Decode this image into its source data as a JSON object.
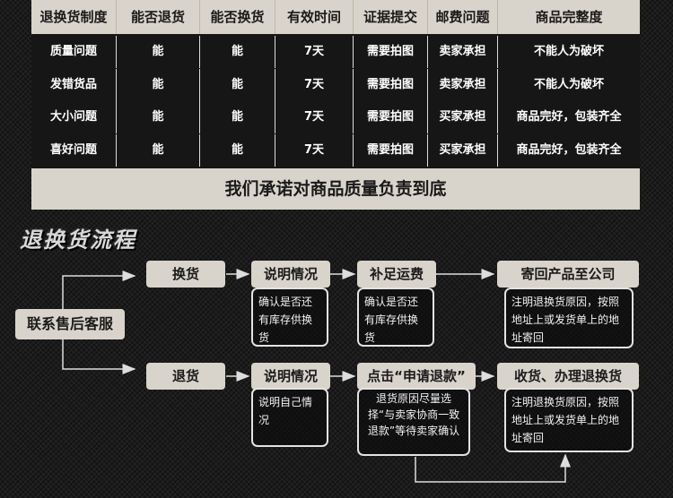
{
  "table": {
    "headers": [
      "退换货制度",
      "能否退货",
      "能否换货",
      "有效时间",
      "证据提交",
      "邮费问题",
      "商品完整度"
    ],
    "rows": [
      [
        "质量问题",
        "能",
        "能",
        "7天",
        "需要拍图",
        "卖家承担",
        "不能人为破坏"
      ],
      [
        "发错货品",
        "能",
        "能",
        "7天",
        "需要拍图",
        "卖家承担",
        "不能人为破坏"
      ],
      [
        "大小问题",
        "能",
        "能",
        "7天",
        "需要拍图",
        "买家承担",
        "商品完好，包装齐全"
      ],
      [
        "喜好问题",
        "能",
        "能",
        "7天",
        "需要拍图",
        "买家承担",
        "商品完好，包装齐全"
      ]
    ],
    "footer": "我们承诺对商品质量负责到底"
  },
  "process": {
    "title": "退换货流程",
    "start": "联系售后客服",
    "exchange": {
      "step1": "换货",
      "step2": "说明情况",
      "step2_note": "确认是否还有库存供换货",
      "step3": "补足运费",
      "step3_note": "确认是否还有库存供换货",
      "step4": "寄回产品至公司",
      "step4_note": "注明退换货原因，按照地址上或发货单上的地址寄回"
    },
    "refund": {
      "step1": "退货",
      "step2": "说明情况",
      "step2_note": "说明自己情况",
      "step3": "点击“申请退款”",
      "step3_note": "退货原因尽量选择“与卖家协商一致退款”等待卖家确认",
      "step4": "收货、办理退换货",
      "step4_note": "注明退换货原因，按照地址上或发货单上的地址寄回"
    }
  }
}
